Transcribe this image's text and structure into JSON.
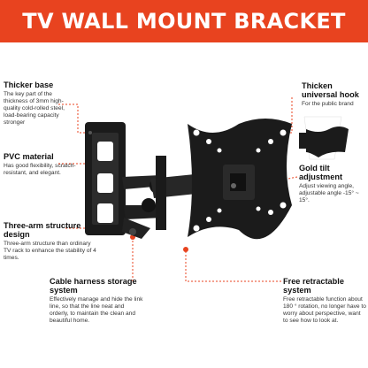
{
  "banner": {
    "title": "TV WALL MOUNT BRACKET"
  },
  "colors": {
    "accent": "#e8431f",
    "metal": "#1b1b1b"
  },
  "features": {
    "thicker_base": {
      "title": "Thicker base",
      "desc": "The key part of the thickness of 3mm high-quality cold-rolled steel, load-bearing capacity stronger"
    },
    "pvc_material": {
      "title": "PVC material",
      "desc": "Has good flexibility, scratch-resistant, and elegant."
    },
    "three_arm": {
      "title": "Three-arm structure design",
      "desc": "Three-arm structure than ordinary TV rack to enhance the stability of 4 times."
    },
    "cable_harness": {
      "title": "Cable harness storage system",
      "desc": "Effectively manage and hide the link line, so that the line neat and orderly, to maintain the clean and beautiful home."
    },
    "universal_hook": {
      "title": "Thicken universal hook",
      "desc": "For the public brand"
    },
    "gold_tilt": {
      "title": "Gold tilt adjustment",
      "desc": "Adjust viewing angle, adjustable angle -15° ~ 15°."
    },
    "free_retractable": {
      "title": "Free retractable system",
      "desc": "Free retractable function about 180 ° rotation, no longer have to worry about perspective, want to see how to look at."
    }
  }
}
